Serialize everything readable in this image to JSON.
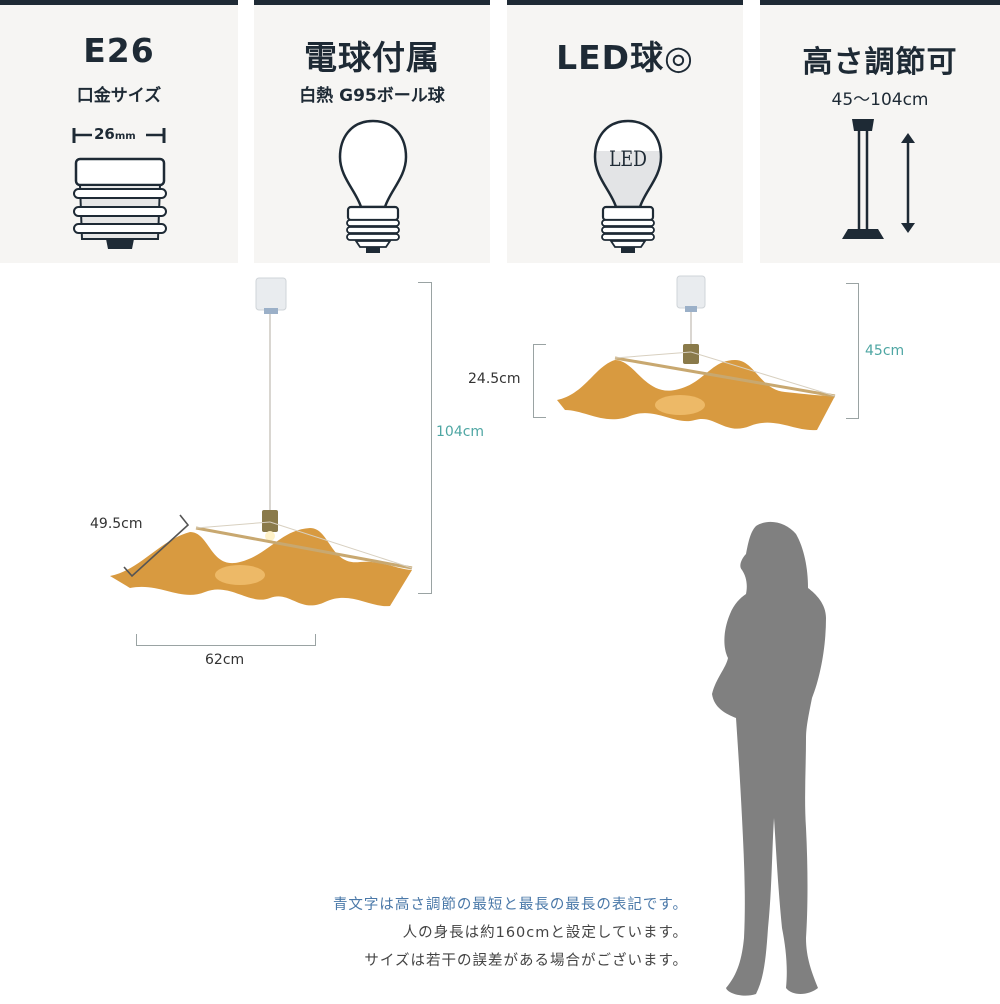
{
  "panels": [
    {
      "title": "E26",
      "subtitle": "口金サイズ",
      "measure": "26",
      "measure_unit": "mm",
      "icon": "e26-socket-base-icon"
    },
    {
      "title": "電球付属",
      "subtitle": "白熱 G95ボール球",
      "icon": "incandescent-bulb-icon"
    },
    {
      "title": "LED球◎",
      "bulb_label": "LED",
      "icon": "led-bulb-icon"
    },
    {
      "title": "高さ調節可",
      "subtitle": "45～104cm",
      "icon": "adjustable-height-icon"
    }
  ],
  "dimensions": {
    "max_height": "104cm",
    "width_depth": "49.5cm",
    "width": "62cm",
    "shade_height": "24.5cm",
    "min_height": "45cm"
  },
  "notes": [
    "青文字は高さ調節の最短と最長の最長の表記です。",
    "人の身長は約160cmと設定しています。",
    "サイズは若干の誤差がある場合がございます。"
  ],
  "colors": {
    "panel_bg": "#f6f5f3",
    "dark": "#1e2a35",
    "teal_dim": "#4ea6a3",
    "blue_note": "#4a78a8",
    "shade": "#d79a42",
    "silhouette": "#808080"
  }
}
